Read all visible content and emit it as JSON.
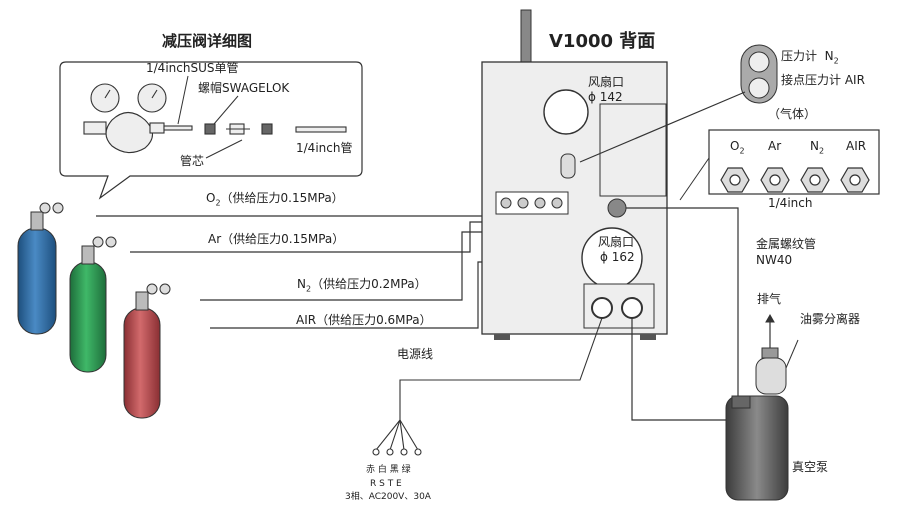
{
  "titles": {
    "detail": "减压阀详细图",
    "machine": "V1000 背面"
  },
  "detail_box": {
    "pipe_label": "1/4inchSUS单管",
    "nut_label": "螺帽SWAGELOK",
    "core_label": "管芯",
    "tube_label": "1/4inch管"
  },
  "supplies": {
    "o2": {
      "gas": "O",
      "gas_sub": "2",
      "text": "（供给压力0.15MPa）"
    },
    "ar": {
      "gas": "Ar",
      "text": "（供给压力0.15MPa）"
    },
    "n2": {
      "gas": "N",
      "gas_sub": "2",
      "text": "（供给压力0.2MPa）"
    },
    "air": {
      "gas": "AIR",
      "text": "（供给压力0.6MPa）"
    }
  },
  "machine": {
    "fan_top": "风扇口",
    "fan_top_size": "ϕ 142",
    "fan_mid": "风扇口",
    "fan_mid_size": "ϕ 162"
  },
  "gauge_legend": {
    "line1": "压力计",
    "line1_gas": "N",
    "line1_gas_sub": "2",
    "line2": "接点压力计 AIR",
    "line3": "（气体）"
  },
  "ports": {
    "labels": [
      {
        "main": "O",
        "sub": "2"
      },
      {
        "main": "Ar",
        "sub": ""
      },
      {
        "main": "N",
        "sub": "2"
      },
      {
        "main": "AIR",
        "sub": ""
      }
    ],
    "size": "1/4inch"
  },
  "hose": {
    "line1": "金属螺纹管",
    "line2": "NW40"
  },
  "exhaust": "排气",
  "separator": "油雾分离器",
  "pump": "真空泵",
  "power": {
    "label": "电源线",
    "colors": "赤 白 黑 绿",
    "phases": "R  S  T  E",
    "spec": "3相、AC200V、30A"
  },
  "colors": {
    "cylinder_blue": "#2f6fa8",
    "cylinder_green": "#2e9a55",
    "cylinder_red": "#b8474a",
    "device_gray": "#eeeeee",
    "outline": "#333333"
  }
}
